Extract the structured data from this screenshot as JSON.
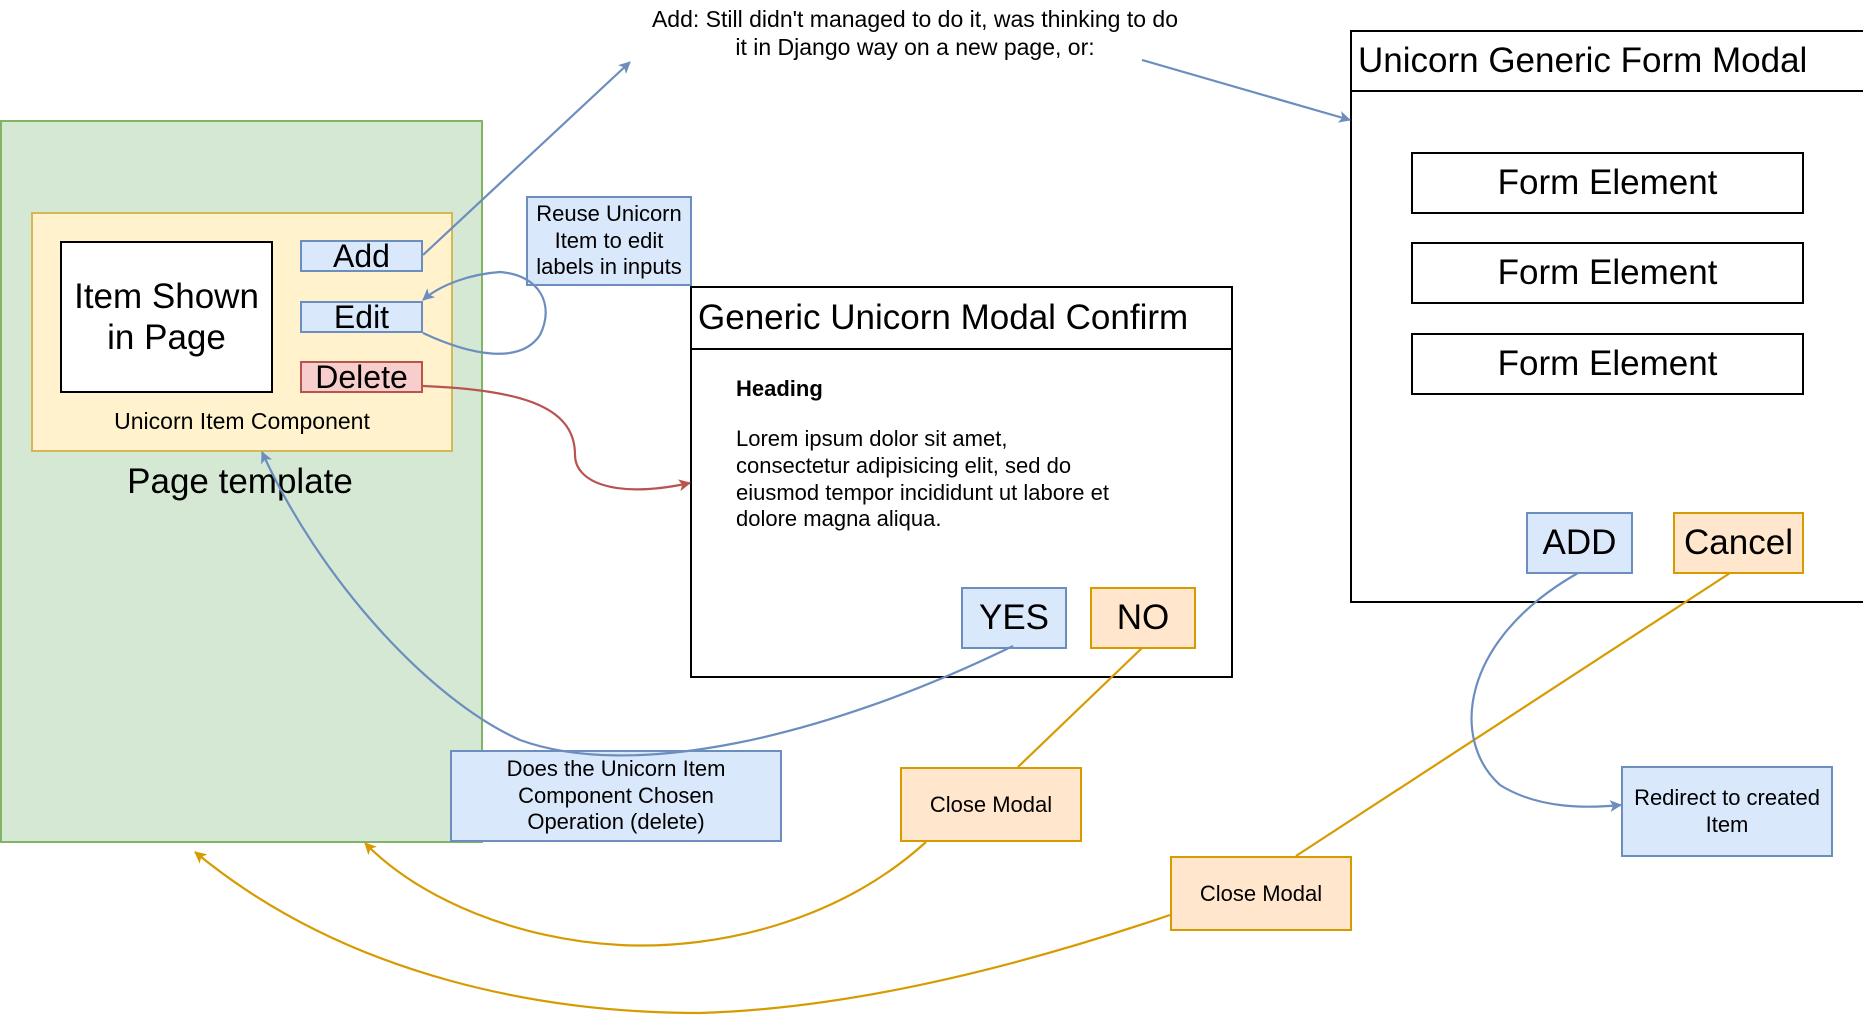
{
  "page_template": {
    "label": "Page template"
  },
  "item_component": {
    "label": "Unicorn Item Component",
    "item_shown": [
      "Item Shown",
      "in Page"
    ],
    "buttons": {
      "add": "Add",
      "edit": "Edit",
      "delete": "Delete"
    }
  },
  "annotations": {
    "add_note": [
      "Add: Still didn't managed to do it, was thinking to do",
      "it in Django way on a new page, or:"
    ],
    "reuse_note": [
      "Reuse Unicorn",
      "Item to edit",
      "labels in inputs"
    ],
    "does_operation_note": [
      "Does the Unicorn Item",
      "Component Chosen",
      "Operation (delete)"
    ],
    "close_modal_confirm": "Close Modal",
    "close_modal_form": "Close Modal",
    "redirect_note": [
      "Redirect to created",
      "Item"
    ]
  },
  "confirm_modal": {
    "title": "Generic Unicorn Modal Confirm",
    "heading": "Heading",
    "body": [
      "Lorem ipsum dolor sit amet,",
      "consectetur adipisicing elit, sed do",
      "eiusmod tempor incididunt ut labore et",
      "dolore magna aliqua."
    ],
    "yes_label": "YES",
    "no_label": "NO"
  },
  "form_modal": {
    "title": "Unicorn Generic Form Modal",
    "elements": [
      "Form Element",
      "Form Element",
      "Form Element"
    ],
    "add_label": "ADD",
    "cancel_label": "Cancel"
  },
  "colors": {
    "page_template_fill": "#d5e8d4",
    "page_template_stroke": "#82b366",
    "component_fill": "#fff2cc",
    "component_stroke": "#d6b656",
    "blue_fill": "#dae8fc",
    "blue_stroke": "#6c8ebf",
    "red_fill": "#f8cecc",
    "red_stroke": "#b85450",
    "orange_fill": "#ffe6cc",
    "orange_stroke": "#d79b00"
  }
}
